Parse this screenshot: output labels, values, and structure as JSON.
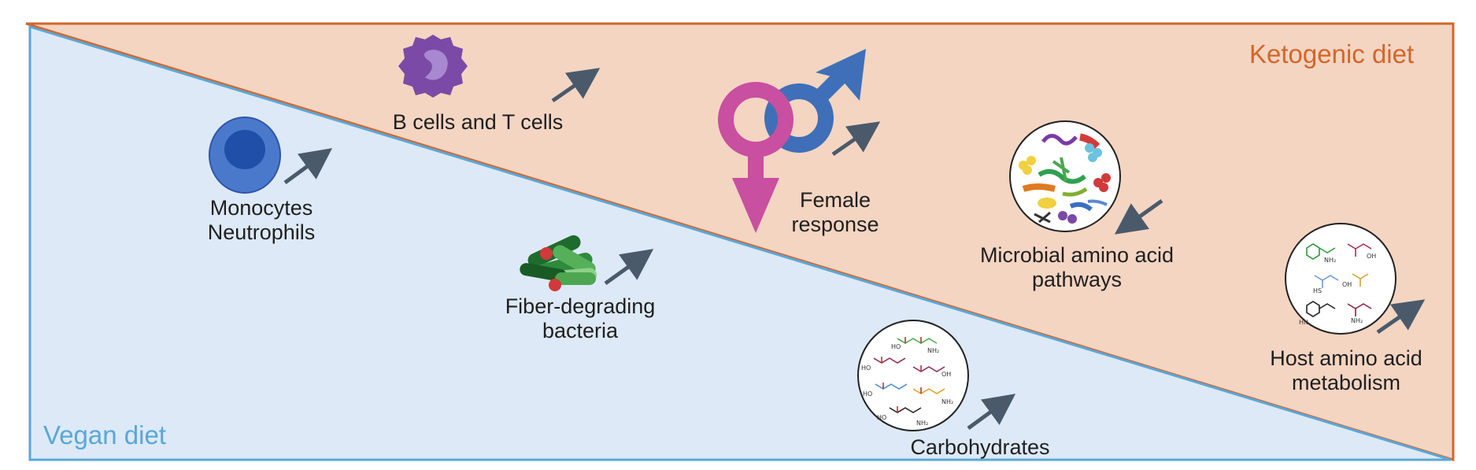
{
  "diets": {
    "keto": {
      "label": "Ketogenic diet",
      "color": "#d4662a",
      "fill": "#f3d5c2"
    },
    "vegan": {
      "label": "Vegan diet",
      "color": "#5aa7d8",
      "fill": "#dde9f6"
    }
  },
  "labels": {
    "monocytes": {
      "line1": "Monocytes",
      "line2": "Neutrophils"
    },
    "bcells": "B cells and T cells",
    "female": {
      "line1": "Female",
      "line2": "response"
    },
    "fiber": {
      "line1": "Fiber-degrading",
      "line2": "bacteria"
    },
    "microbial": {
      "line1": "Microbial amino acid",
      "line2": "pathways"
    },
    "host": {
      "line1": "Host amino acid",
      "line2": "metabolism"
    },
    "carbs": "Carbohydrates"
  },
  "trends": {
    "monocytes": "up",
    "bcells": "up",
    "female": "up",
    "fiber": "up",
    "microbial": "down",
    "host": "up",
    "carbs": "up"
  },
  "icons": {
    "monocyte": "monocyte-cell-icon",
    "bcell": "lymphocyte-cell-icon",
    "sex": "gender-symbols-icon",
    "bacteria": "fiber-bacteria-icon",
    "microbes": "microbiome-circle-icon",
    "amino": "amino-acids-circle-icon",
    "carbs": "carbohydrates-circle-icon"
  },
  "colors": {
    "arrow": "#4a5a6b",
    "female_symbol": "#c94fa0",
    "male_symbol": "#3f6fb8",
    "monocyte": "#3f6fc4",
    "bcell": "#7a4aa6"
  }
}
